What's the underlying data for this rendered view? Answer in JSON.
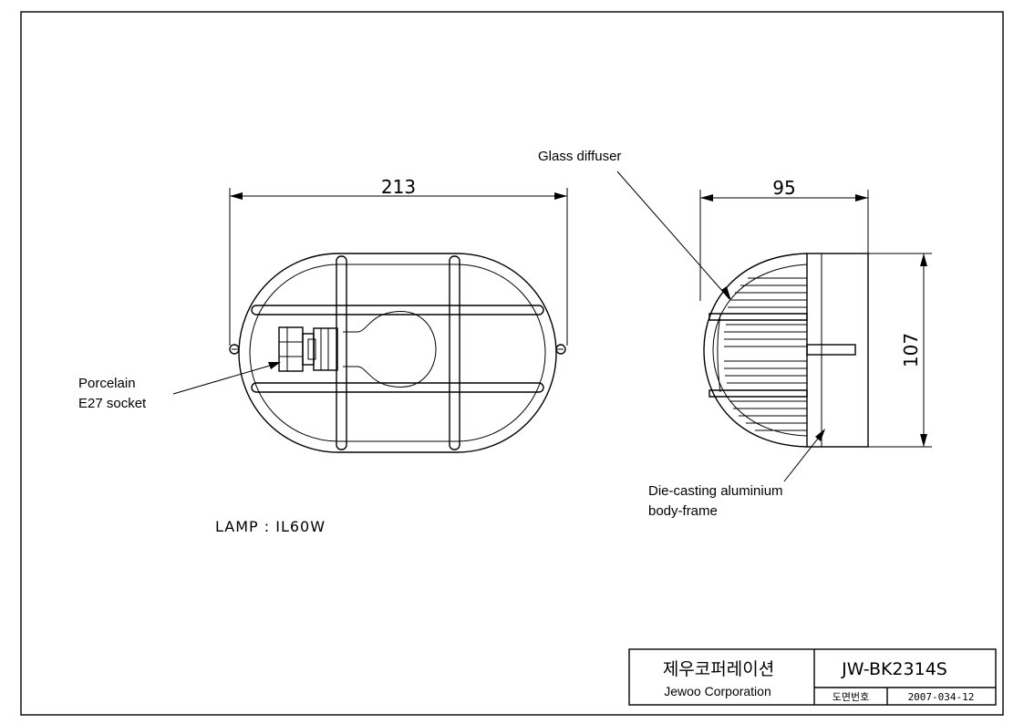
{
  "dimensions": {
    "width": "213",
    "width_side": "95",
    "height": "107"
  },
  "callouts": {
    "socket_line1": "Porcelain",
    "socket_line2": "E27  socket",
    "diffuser": "Glass diffuser",
    "frame_line1": "Die-casting aluminium",
    "frame_line2": "body-frame"
  },
  "lamp_spec": "LAMP : IL60W",
  "title_block": {
    "company_ko": "제우코퍼레이션",
    "company_en": "Jewoo Corporation",
    "model": "JW-BK2314S",
    "drawing_no_label": "도면번호",
    "drawing_no": "2007-034-12"
  }
}
